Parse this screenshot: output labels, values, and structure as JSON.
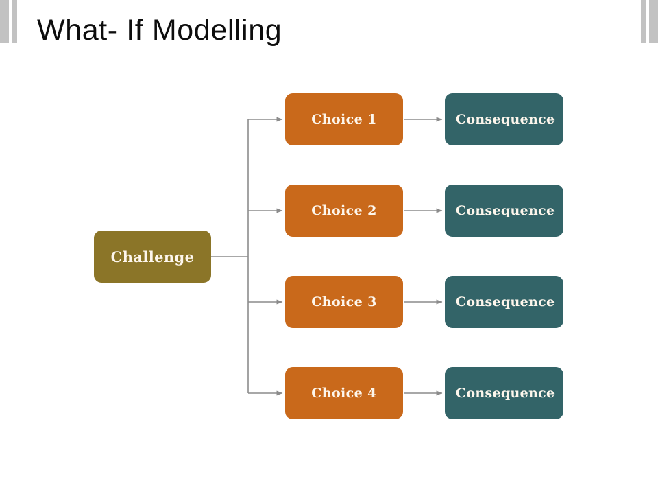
{
  "slide": {
    "title": "What- If Modelling",
    "background": "#ffffff"
  },
  "decor": {
    "bar_color": "#c2c2c2",
    "bars": [
      {
        "name": "left-wide-bar"
      },
      {
        "name": "left-thin-bar"
      },
      {
        "name": "right-thin-bar"
      },
      {
        "name": "right-wide-bar"
      }
    ]
  },
  "colors": {
    "challenge": "#8b7528",
    "choice": "#c9691b",
    "consequence": "#336468",
    "connector": "#8c8c8c",
    "node_text": "#fdf6ec",
    "title_text": "#0d0d0d"
  },
  "diagram": {
    "type": "decision-tree",
    "root": {
      "label": "Challenge"
    },
    "branches": [
      {
        "choice": "Choice 1",
        "consequence": "Consequence"
      },
      {
        "choice": "Choice 2",
        "consequence": "Consequence"
      },
      {
        "choice": "Choice 3",
        "consequence": "Consequence"
      },
      {
        "choice": "Choice 4",
        "consequence": "Consequence"
      }
    ]
  }
}
